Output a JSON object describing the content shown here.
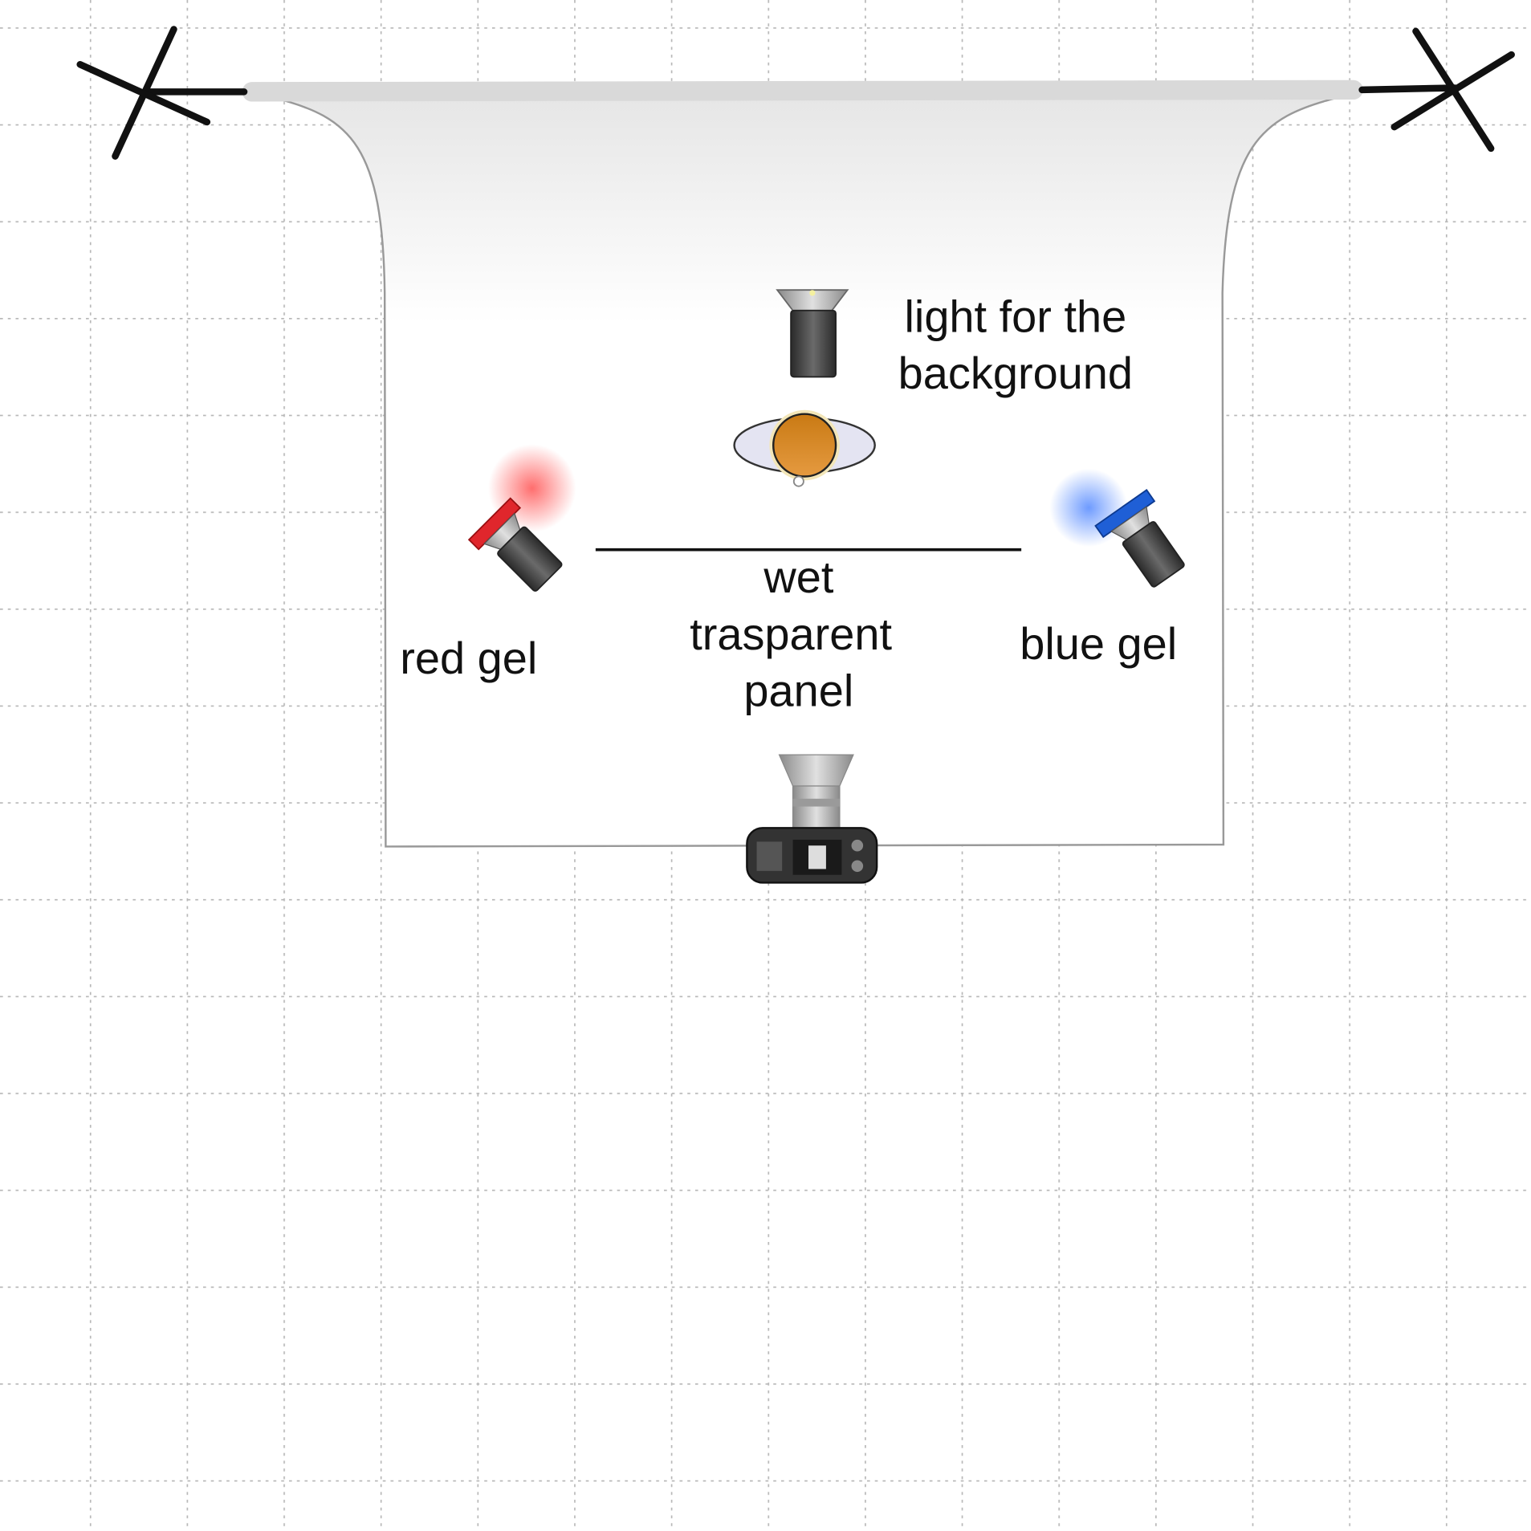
{
  "labels": {
    "background_light": [
      "light for the",
      "background"
    ],
    "panel": [
      "wet",
      "trasparent",
      "panel"
    ],
    "red_light": "red gel",
    "blue_light": "blue gel"
  },
  "colors": {
    "red_gel": "#e0262c",
    "blue_gel": "#1f5fd6",
    "subject": "#d9861e",
    "grid": "#b8b8b8",
    "backdrop_bar": "#d9d9d9"
  }
}
